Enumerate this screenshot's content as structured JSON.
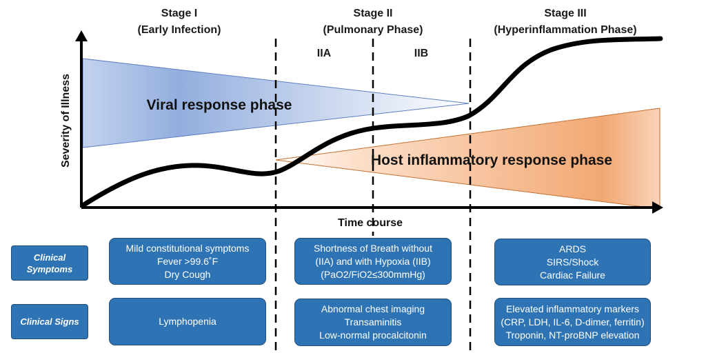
{
  "stages": [
    {
      "title": "Stage I",
      "subtitle": "(Early Infection)"
    },
    {
      "title": "Stage II",
      "subtitle": "(Pulmonary Phase)"
    },
    {
      "title": "Stage III",
      "subtitle": "(Hyperinflammation Phase)"
    }
  ],
  "sub_stages": [
    "IIA",
    "IIB"
  ],
  "phases": {
    "viral": "Viral response phase",
    "host": "Host inflammatory response phase"
  },
  "axes": {
    "y_label": "Severity of Illness",
    "x_label": "Time course"
  },
  "colors": {
    "viral_fill": "#8eaadb",
    "host_fill": "#f4b183",
    "box_fill": "#2e74b5",
    "box_border": "#1f4e79"
  },
  "rows": {
    "symptoms_label": [
      "Clinical",
      "Symptoms"
    ],
    "signs_label": "Clinical Signs"
  },
  "symptoms": [
    [
      "Mild constitutional symptoms",
      "Fever >99.6˚F",
      "Dry Cough"
    ],
    [
      "Shortness of Breath without",
      "(IIA) and with Hypoxia (IIB)",
      "(PaO2/FiO2≤300mmHg)"
    ],
    [
      "ARDS",
      "SIRS/Shock",
      "Cardiac Failure"
    ]
  ],
  "signs": [
    [
      "Lymphopenia"
    ],
    [
      "Abnormal chest imaging",
      "Transaminitis",
      "Low-normal procalcitonin"
    ],
    [
      "Elevated inflammatory markers",
      "(CRP, LDH, IL-6, D-dimer, ferritin)",
      "Troponin, NT-proBNP elevation"
    ]
  ]
}
